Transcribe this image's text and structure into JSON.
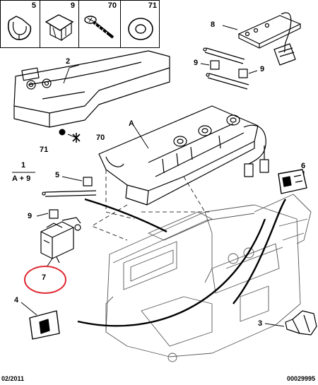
{
  "legend": [
    {
      "number": "5",
      "icon": "hose-clip-icon"
    },
    {
      "number": "9",
      "icon": "clip-bracket-icon"
    },
    {
      "number": "70",
      "icon": "screw-icon"
    },
    {
      "number": "71",
      "icon": "washer-icon"
    }
  ],
  "callouts": {
    "c8": "8",
    "c2": "2",
    "c9a": "9",
    "c9b": "9",
    "cA": "A",
    "c70": "70",
    "c71": "71",
    "c1": "1",
    "c1sub": "A + 9",
    "c5": "5",
    "c6": "6",
    "c9c": "9",
    "c7": "7",
    "c4": "4",
    "c3": "3"
  },
  "footer": {
    "date": "02/2011",
    "ref": "00029995"
  },
  "highlight_color": "#e0262f"
}
